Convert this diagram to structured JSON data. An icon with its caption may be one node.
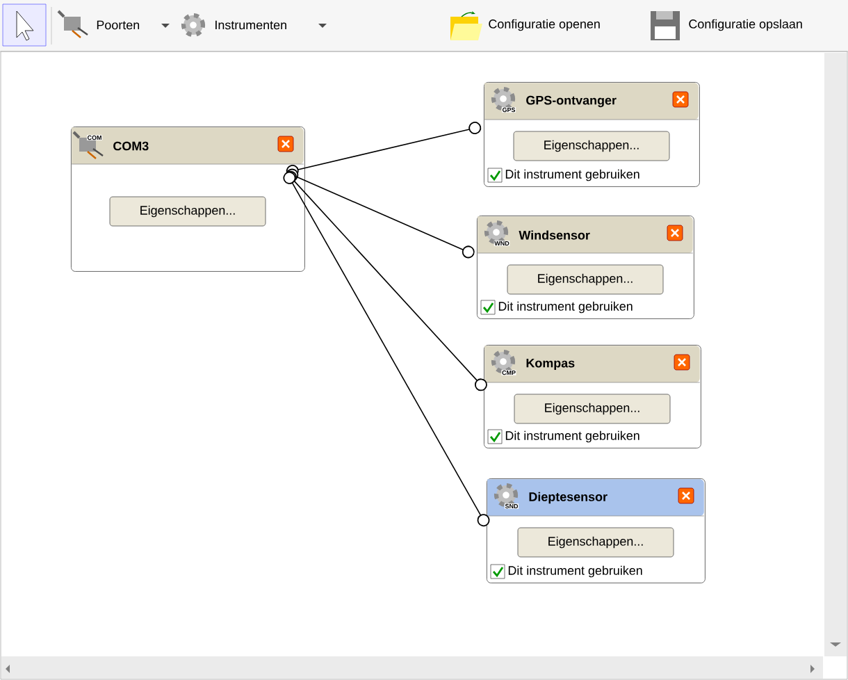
{
  "diagram": {
    "nodes": [
      {
        "text": [
          "COM",
          "COM3",
          "Eigenschappen..."
        ]
      },
      {
        "text": [
          "GPS",
          "GPS-ontvanger",
          "Eigenschappen...",
          "Dit instrument gebruiken"
        ]
      },
      {
        "text": [
          "WND",
          "Windsensor",
          "Eigenschappen...",
          "Dit instrument gebruiken"
        ]
      },
      {
        "text": [
          "CMP",
          "Kompas",
          "Eigenschappen...",
          "Dit instrument gebruiken"
        ]
      },
      {
        "text": [
          "SND",
          "Dieptesensor",
          "Eigenschappen...",
          "Dit instrument gebruiken"
        ]
      }
    ],
    "edges": [
      {
        "from": 0,
        "to": 1,
        "arrow": "other"
      },
      {
        "from": 0,
        "to": 2,
        "arrow": "other"
      },
      {
        "from": 0,
        "to": 3,
        "arrow": "other"
      },
      {
        "from": 0,
        "to": 4,
        "arrow": "other"
      }
    ],
    "labels": [
      "Poorten",
      "Instrumenten",
      "Configuratie openen",
      "Configuratie opslaan"
    ]
  }
}
